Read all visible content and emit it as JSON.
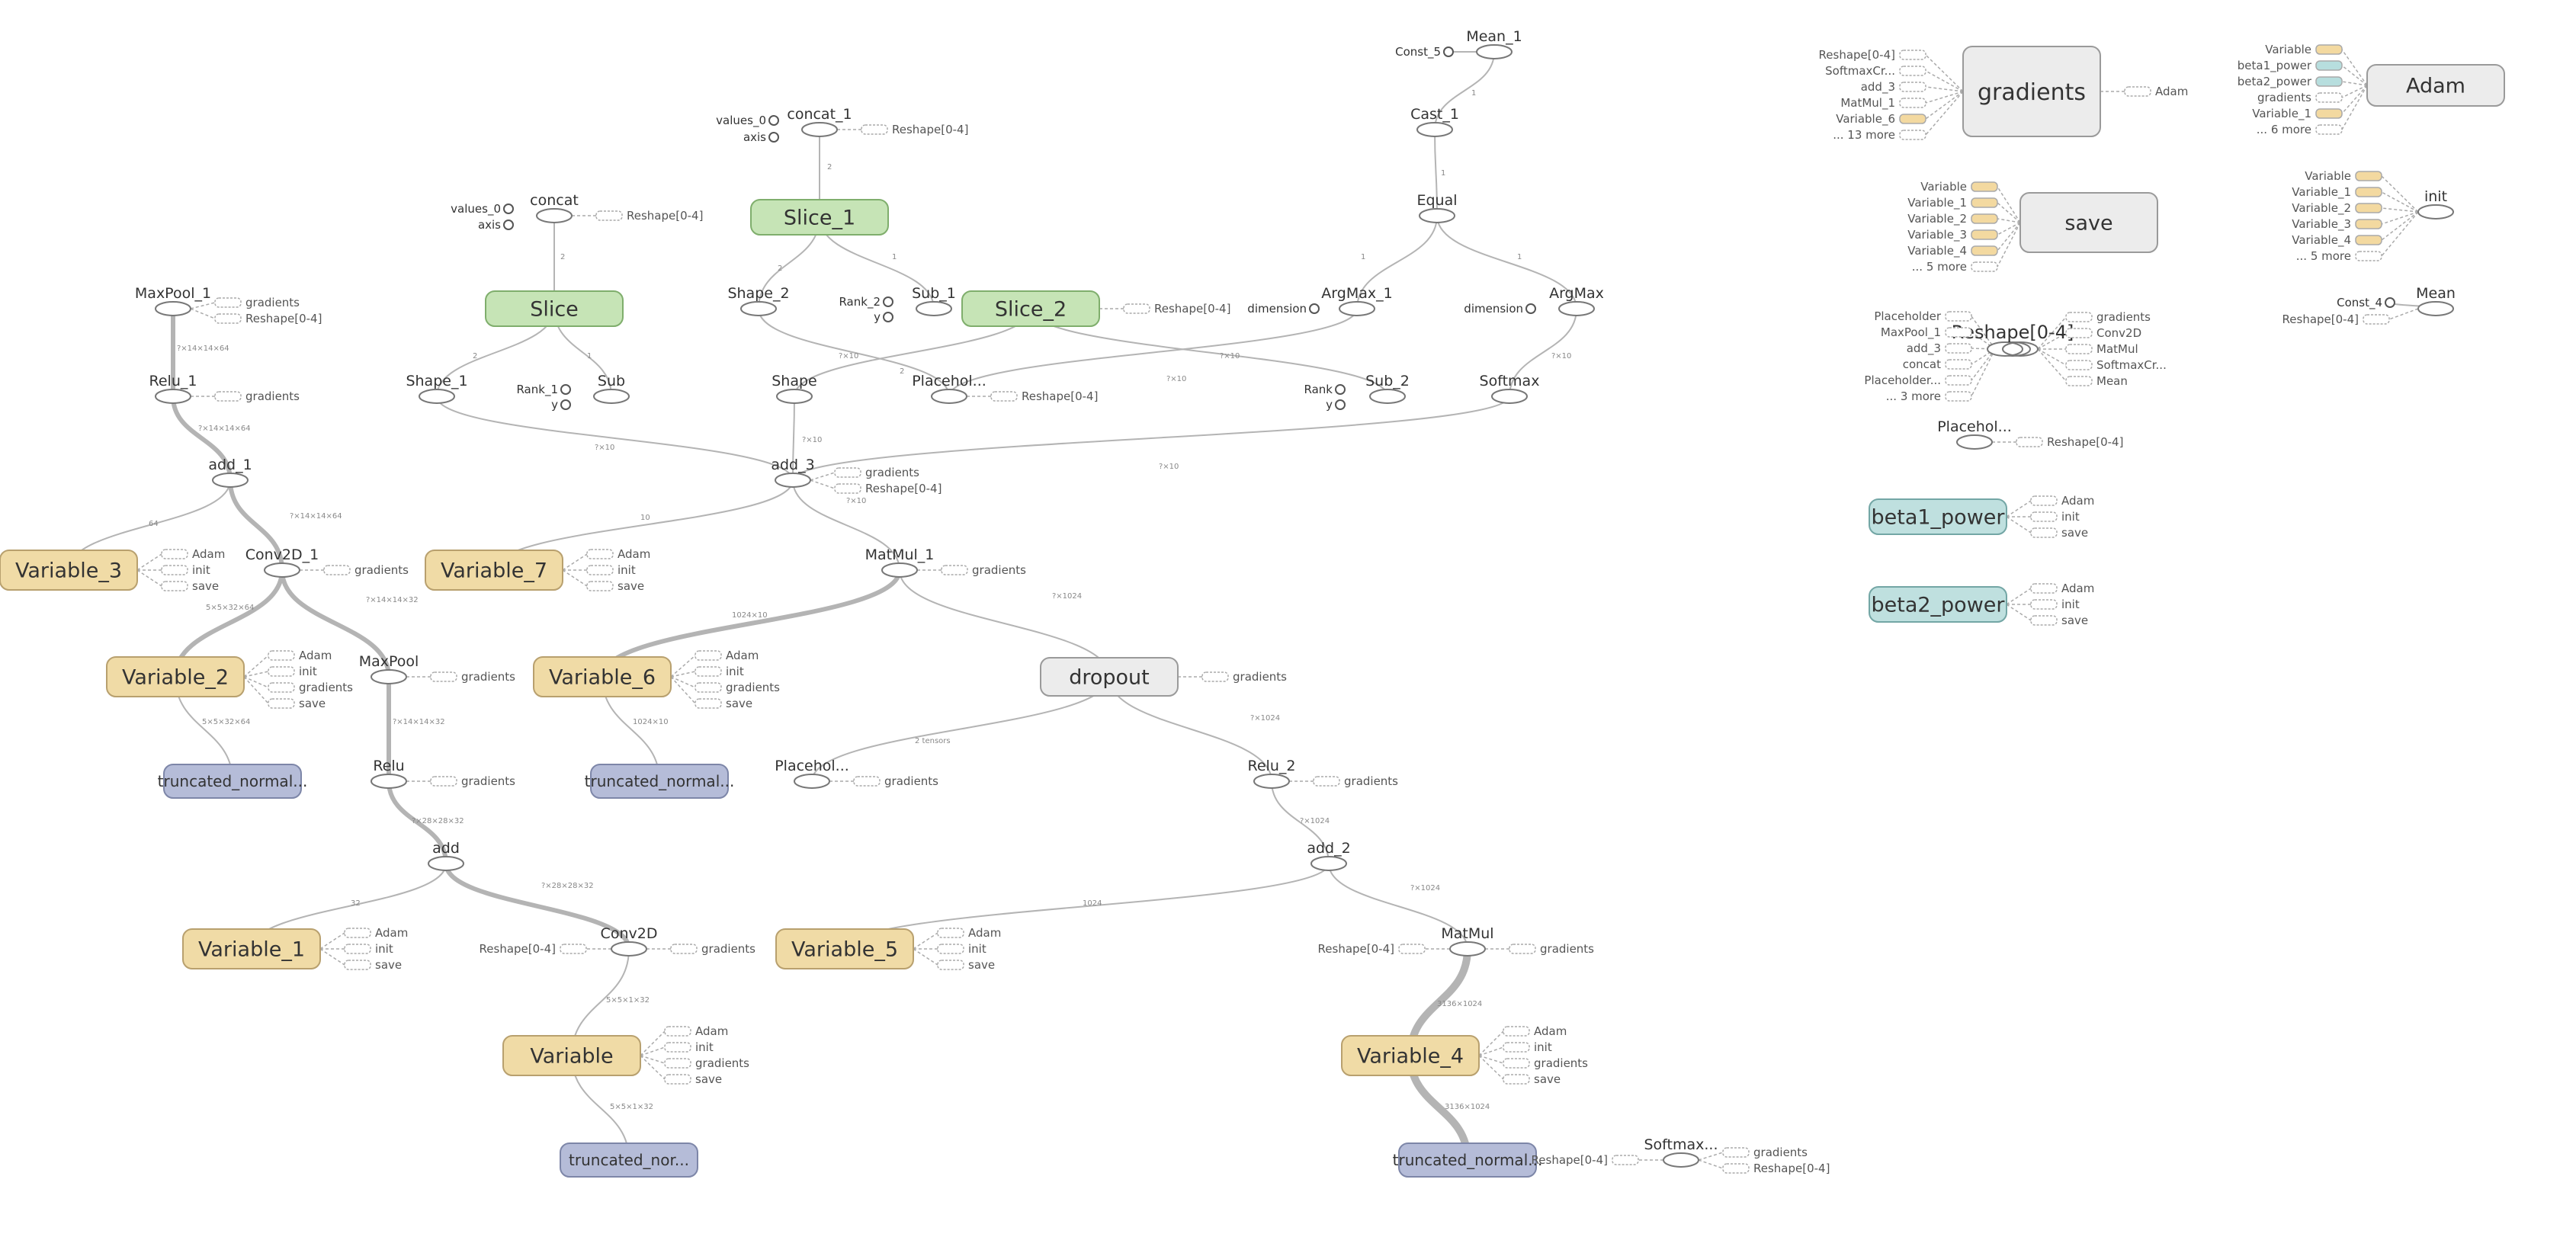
{
  "colors": {
    "background": "#ffffff",
    "edge": "#b4b4b4",
    "variable_fill": "#f0dba6",
    "variable_stroke": "#b8a06e",
    "slice_fill": "#c6e4b6",
    "slice_stroke": "#7fae6c",
    "truncated_fill": "#b5bcd8",
    "truncated_stroke": "#7d86a8",
    "power_fill": "#bfe0df",
    "power_stroke": "#73a6a5",
    "meta_fill": "#ececec",
    "meta_stroke": "#9a9a9a",
    "op_fill": "#ffffff",
    "op_stroke": "#777777",
    "chip_orange": "#f3d9a0",
    "chip_teal": "#b7dede"
  },
  "nodes": [
    {
      "id": "mean_1",
      "label": "Mean_1"
    },
    {
      "id": "const_5",
      "label": "Const_5"
    },
    {
      "id": "cast_1",
      "label": "Cast_1"
    },
    {
      "id": "equal",
      "label": "Equal"
    },
    {
      "id": "argmax_1",
      "label": "ArgMax_1"
    },
    {
      "id": "argmax",
      "label": "ArgMax"
    },
    {
      "id": "dimension_1",
      "label": "dimension"
    },
    {
      "id": "dimension_2",
      "label": "dimension"
    },
    {
      "id": "softmax",
      "label": "Softmax"
    },
    {
      "id": "concat_1",
      "label": "concat_1"
    },
    {
      "id": "values_0_b",
      "label": "values_0"
    },
    {
      "id": "axis_b",
      "label": "axis"
    },
    {
      "id": "slice_1",
      "label": "Slice_1"
    },
    {
      "id": "shape_2",
      "label": "Shape_2"
    },
    {
      "id": "sub_1",
      "label": "Sub_1"
    },
    {
      "id": "rank_2",
      "label": "Rank_2"
    },
    {
      "id": "y_2",
      "label": "y"
    },
    {
      "id": "slice_2",
      "label": "Slice_2"
    },
    {
      "id": "concat",
      "label": "concat"
    },
    {
      "id": "values_0_a",
      "label": "values_0"
    },
    {
      "id": "axis_a",
      "label": "axis"
    },
    {
      "id": "slice",
      "label": "Slice"
    },
    {
      "id": "sub",
      "label": "Sub"
    },
    {
      "id": "rank_1",
      "label": "Rank_1"
    },
    {
      "id": "y_1",
      "label": "y"
    },
    {
      "id": "shape_1",
      "label": "Shape_1"
    },
    {
      "id": "shape",
      "label": "Shape"
    },
    {
      "id": "placeholder_top",
      "label": "Placehol..."
    },
    {
      "id": "rank",
      "label": "Rank"
    },
    {
      "id": "y_3",
      "label": "y"
    },
    {
      "id": "sub_2",
      "label": "Sub_2"
    },
    {
      "id": "add_3",
      "label": "add_3"
    },
    {
      "id": "maxpool_1",
      "label": "MaxPool_1"
    },
    {
      "id": "relu_1",
      "label": "Relu_1"
    },
    {
      "id": "add_1",
      "label": "add_1"
    },
    {
      "id": "variable_3",
      "label": "Variable_3"
    },
    {
      "id": "conv2d_1",
      "label": "Conv2D_1"
    },
    {
      "id": "variable_2",
      "label": "Variable_2"
    },
    {
      "id": "trunc_1",
      "label": "truncated_normal..."
    },
    {
      "id": "maxpool",
      "label": "MaxPool"
    },
    {
      "id": "relu",
      "label": "Relu"
    },
    {
      "id": "add",
      "label": "add"
    },
    {
      "id": "variable_1",
      "label": "Variable_1"
    },
    {
      "id": "conv2d",
      "label": "Conv2D"
    },
    {
      "id": "variable",
      "label": "Variable"
    },
    {
      "id": "trunc_3",
      "label": "truncated_nor..."
    },
    {
      "id": "variable_7",
      "label": "Variable_7"
    },
    {
      "id": "matmul_1",
      "label": "MatMul_1"
    },
    {
      "id": "variable_6",
      "label": "Variable_6"
    },
    {
      "id": "trunc_2",
      "label": "truncated_normal..."
    },
    {
      "id": "dropout",
      "label": "dropout"
    },
    {
      "id": "placeholder_mid",
      "label": "Placehol..."
    },
    {
      "id": "relu_2",
      "label": "Relu_2"
    },
    {
      "id": "add_2",
      "label": "add_2"
    },
    {
      "id": "variable_5",
      "label": "Variable_5"
    },
    {
      "id": "matmul",
      "label": "MatMul"
    },
    {
      "id": "variable_4",
      "label": "Variable_4"
    },
    {
      "id": "trunc_4",
      "label": "truncated_normal..."
    },
    {
      "id": "softmax_b",
      "label": "Softmax..."
    },
    {
      "id": "gradients",
      "label": "gradients"
    },
    {
      "id": "adam",
      "label": "Adam"
    },
    {
      "id": "save",
      "label": "save"
    },
    {
      "id": "init",
      "label": "init"
    },
    {
      "id": "reshape",
      "label": "Reshape[0-4]"
    },
    {
      "id": "mean",
      "label": "Mean"
    },
    {
      "id": "const_4",
      "label": "Const_4"
    },
    {
      "id": "placeholder_r",
      "label": "Placehol..."
    },
    {
      "id": "beta1_power",
      "label": "beta1_power"
    },
    {
      "id": "beta2_power",
      "label": "beta2_power"
    }
  ],
  "text_labels": [
    {
      "id": "l_mp1_g",
      "text": "gradients"
    },
    {
      "id": "l_mp1_r",
      "text": "Reshape[0-4]"
    },
    {
      "id": "l_relu1_g",
      "text": "gradients"
    },
    {
      "id": "l_v3_adam",
      "text": "Adam"
    },
    {
      "id": "l_v3_init",
      "text": "init"
    },
    {
      "id": "l_v3_save",
      "text": "save"
    },
    {
      "id": "l_c1_g",
      "text": "gradients"
    },
    {
      "id": "l_v2_adam",
      "text": "Adam"
    },
    {
      "id": "l_v2_init",
      "text": "init"
    },
    {
      "id": "l_v2_g",
      "text": "gradients"
    },
    {
      "id": "l_v2_save",
      "text": "save"
    },
    {
      "id": "l_mp_g",
      "text": "gradients"
    },
    {
      "id": "l_relu_g",
      "text": "gradients"
    },
    {
      "id": "l_v1_adam",
      "text": "Adam"
    },
    {
      "id": "l_v1_init",
      "text": "init"
    },
    {
      "id": "l_v1_save",
      "text": "save"
    },
    {
      "id": "l_c0_r",
      "text": "Reshape[0-4]"
    },
    {
      "id": "l_c0_g",
      "text": "gradients"
    },
    {
      "id": "l_v0_adam",
      "text": "Adam"
    },
    {
      "id": "l_v0_init",
      "text": "init"
    },
    {
      "id": "l_v0_g",
      "text": "gradients"
    },
    {
      "id": "l_v0_save",
      "text": "save"
    },
    {
      "id": "l_concat_r",
      "text": "Reshape[0-4]"
    },
    {
      "id": "l_v7_adam",
      "text": "Adam"
    },
    {
      "id": "l_v7_init",
      "text": "init"
    },
    {
      "id": "l_v7_save",
      "text": "save"
    },
    {
      "id": "l_concat1_r",
      "text": "Reshape[0-4]"
    },
    {
      "id": "l_slice2_r",
      "text": "Reshape[0-4]"
    },
    {
      "id": "l_ph_top_r",
      "text": "Reshape[0-4]"
    },
    {
      "id": "l_add3_g",
      "text": "gradients"
    },
    {
      "id": "l_add3_r",
      "text": "Reshape[0-4]"
    },
    {
      "id": "l_mm1_g",
      "text": "gradients"
    },
    {
      "id": "l_v6_adam",
      "text": "Adam"
    },
    {
      "id": "l_v6_init",
      "text": "init"
    },
    {
      "id": "l_v6_g",
      "text": "gradients"
    },
    {
      "id": "l_v6_save",
      "text": "save"
    },
    {
      "id": "l_dropout_g",
      "text": "gradients"
    },
    {
      "id": "l_phmid_g",
      "text": "gradients"
    },
    {
      "id": "l_relu2_g",
      "text": "gradients"
    },
    {
      "id": "l_v5_adam",
      "text": "Adam"
    },
    {
      "id": "l_v5_init",
      "text": "init"
    },
    {
      "id": "l_v5_save",
      "text": "save"
    },
    {
      "id": "l_mm_r",
      "text": "Reshape[0-4]"
    },
    {
      "id": "l_mm_g",
      "text": "gradients"
    },
    {
      "id": "l_v4_adam",
      "text": "Adam"
    },
    {
      "id": "l_v4_init",
      "text": "init"
    },
    {
      "id": "l_v4_g",
      "text": "gradients"
    },
    {
      "id": "l_v4_save",
      "text": "save"
    },
    {
      "id": "l_sm_r_in",
      "text": "Reshape[0-4]"
    },
    {
      "id": "l_sm_g",
      "text": "gradients"
    },
    {
      "id": "l_sm_r",
      "text": "Reshape[0-4]"
    },
    {
      "id": "l_g_in1",
      "text": "Reshape[0-4]"
    },
    {
      "id": "l_g_in2",
      "text": "SoftmaxCr..."
    },
    {
      "id": "l_g_in3",
      "text": "add_3"
    },
    {
      "id": "l_g_in4",
      "text": "MatMul_1"
    },
    {
      "id": "l_g_in5",
      "text": "Variable_6"
    },
    {
      "id": "l_g_in6",
      "text": "... 13 more"
    },
    {
      "id": "l_g_out",
      "text": "Adam"
    },
    {
      "id": "l_a_in1",
      "text": "Variable"
    },
    {
      "id": "l_a_in2",
      "text": "beta1_power"
    },
    {
      "id": "l_a_in3",
      "text": "beta2_power"
    },
    {
      "id": "l_a_in4",
      "text": "gradients"
    },
    {
      "id": "l_a_in5",
      "text": "Variable_1"
    },
    {
      "id": "l_a_in6",
      "text": "... 6 more"
    },
    {
      "id": "l_s_in1",
      "text": "Variable"
    },
    {
      "id": "l_s_in2",
      "text": "Variable_1"
    },
    {
      "id": "l_s_in3",
      "text": "Variable_2"
    },
    {
      "id": "l_s_in4",
      "text": "Variable_3"
    },
    {
      "id": "l_s_in5",
      "text": "Variable_4"
    },
    {
      "id": "l_s_in6",
      "text": "... 5 more"
    },
    {
      "id": "l_i_in1",
      "text": "Variable"
    },
    {
      "id": "l_i_in2",
      "text": "Variable_1"
    },
    {
      "id": "l_i_in3",
      "text": "Variable_2"
    },
    {
      "id": "l_i_in4",
      "text": "Variable_3"
    },
    {
      "id": "l_i_in5",
      "text": "Variable_4"
    },
    {
      "id": "l_i_in6",
      "text": "... 5 more"
    },
    {
      "id": "l_r_in1",
      "text": "Placeholder"
    },
    {
      "id": "l_r_in2",
      "text": "MaxPool_1"
    },
    {
      "id": "l_r_in3",
      "text": "add_3"
    },
    {
      "id": "l_r_in4",
      "text": "concat"
    },
    {
      "id": "l_r_in5",
      "text": "Placeholder..."
    },
    {
      "id": "l_r_in6",
      "text": "... 3 more"
    },
    {
      "id": "l_r_out1",
      "text": "gradients"
    },
    {
      "id": "l_r_out2",
      "text": "Conv2D"
    },
    {
      "id": "l_r_out3",
      "text": "MatMul"
    },
    {
      "id": "l_r_out4",
      "text": "SoftmaxCr..."
    },
    {
      "id": "l_r_out5",
      "text": "Mean"
    },
    {
      "id": "l_mean_in",
      "text": "Reshape[0-4]"
    },
    {
      "id": "l_phr_r",
      "text": "Reshape[0-4]"
    },
    {
      "id": "l_b1_adam",
      "text": "Adam"
    },
    {
      "id": "l_b1_init",
      "text": "init"
    },
    {
      "id": "l_b1_save",
      "text": "save"
    },
    {
      "id": "l_b2_adam",
      "text": "Adam"
    },
    {
      "id": "l_b2_init",
      "text": "init"
    },
    {
      "id": "l_b2_save",
      "text": "save"
    }
  ],
  "edge_labels": [
    {
      "id": "e1",
      "text": "?×14×14×64"
    },
    {
      "id": "e2",
      "text": "?×14×14×64"
    },
    {
      "id": "e3",
      "text": "64"
    },
    {
      "id": "e4",
      "text": "?×14×14×64"
    },
    {
      "id": "e5",
      "text": "5×5×32×64"
    },
    {
      "id": "e6",
      "text": "?×14×14×32"
    },
    {
      "id": "e7",
      "text": "5×5×32×64"
    },
    {
      "id": "e8",
      "text": "?×14×14×32"
    },
    {
      "id": "e9",
      "text": "?×28×28×32"
    },
    {
      "id": "e10",
      "text": "32"
    },
    {
      "id": "e11",
      "text": "?×28×28×32"
    },
    {
      "id": "e12",
      "text": "5×5×1×32"
    },
    {
      "id": "e13",
      "text": "5×5×1×32"
    },
    {
      "id": "e14",
      "text": "10"
    },
    {
      "id": "e15",
      "text": "?×10"
    },
    {
      "id": "e16",
      "text": "1024×10"
    },
    {
      "id": "e17",
      "text": "?×1024"
    },
    {
      "id": "e18",
      "text": "1024×10"
    },
    {
      "id": "e19",
      "text": "2 tensors"
    },
    {
      "id": "e20",
      "text": "?×1024"
    },
    {
      "id": "e21",
      "text": "?×1024"
    },
    {
      "id": "e22",
      "text": "1024"
    },
    {
      "id": "e23",
      "text": "?×1024"
    },
    {
      "id": "e24",
      "text": "3136×1024"
    },
    {
      "id": "e25",
      "text": "3136×1024"
    },
    {
      "id": "e26",
      "text": "?×10"
    },
    {
      "id": "e27",
      "text": "?×10"
    },
    {
      "id": "e28",
      "text": "?×10"
    },
    {
      "id": "e29",
      "text": "?×10"
    },
    {
      "id": "e30",
      "text": "?×10"
    },
    {
      "id": "e31",
      "text": "?×10"
    },
    {
      "id": "e32",
      "text": "?×10"
    },
    {
      "id": "e33",
      "text": "2"
    },
    {
      "id": "e34",
      "text": "?×10"
    },
    {
      "id": "e35",
      "text": "2"
    },
    {
      "id": "e36",
      "text": "1"
    },
    {
      "id": "e37",
      "text": "1"
    },
    {
      "id": "e38",
      "text": "2"
    },
    {
      "id": "e39",
      "text": "2"
    },
    {
      "id": "e40",
      "text": "1"
    },
    {
      "id": "e41",
      "text": "1"
    },
    {
      "id": "e42",
      "text": "2"
    },
    {
      "id": "e43",
      "text": "1"
    },
    {
      "id": "e44",
      "text": "1"
    }
  ]
}
